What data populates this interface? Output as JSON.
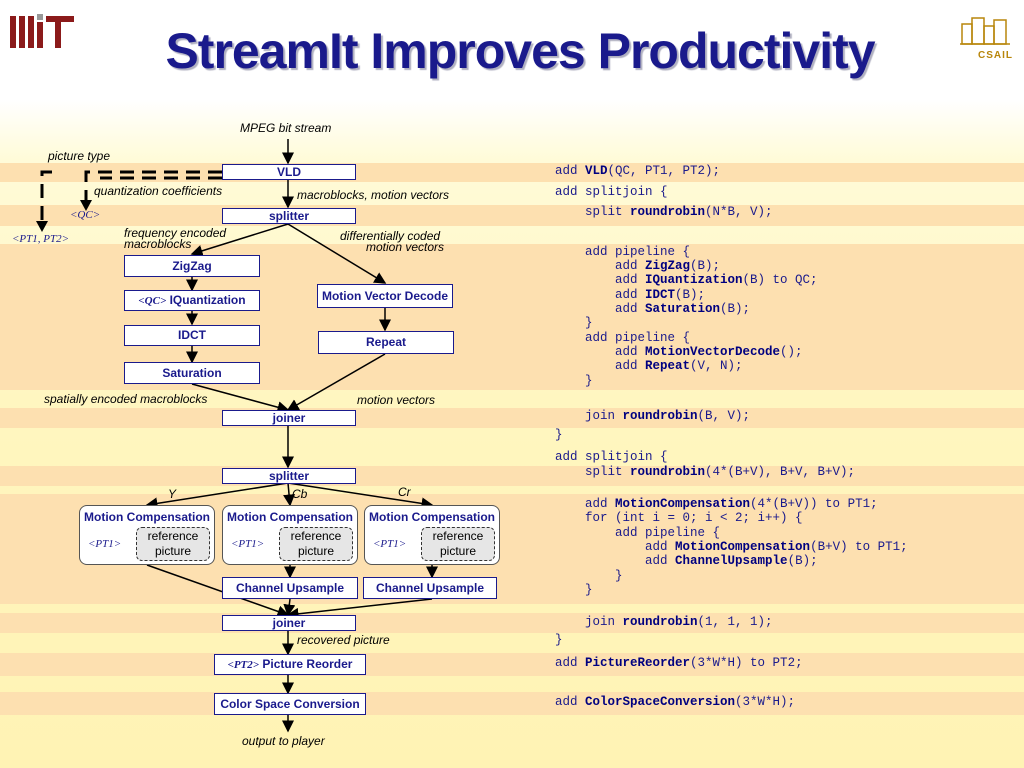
{
  "title": "StreamIt Improves Productivity",
  "logos": {
    "left": "MIT",
    "right": "CSAIL"
  },
  "colors": {
    "title": "#1a1a8c",
    "band": "#fde0b0",
    "background": "#fff6c0"
  },
  "diagram": {
    "input_label": "MPEG bit stream",
    "picture_type_label": "picture type",
    "quant_coeff_label": "quantization coefficients",
    "qc_tag": "<QC>",
    "pt_tag": "<PT1, PT2>",
    "vld": "VLD",
    "macroblocks_label": "macroblocks, motion vectors",
    "splitter1": "splitter",
    "freq_label_1": "frequency encoded",
    "freq_label_2": "macroblocks",
    "diff_label_1": "differentially coded",
    "diff_label_2": "motion vectors",
    "zigzag": "ZigZag",
    "iquant_tag": "<QC>",
    "iquant": "IQuantization",
    "idct": "IDCT",
    "saturation": "Saturation",
    "mvdecode": "Motion Vector Decode",
    "repeat": "Repeat",
    "spatial_label": "spatially encoded macroblocks",
    "motion_vectors_label": "motion vectors",
    "joiner1": "joiner",
    "splitter2": "splitter",
    "y_label": "Y",
    "cb_label": "Cb",
    "cr_label": "Cr",
    "mc_title": "Motion Compensation",
    "mc1_tag": "<PT1>",
    "mc_tag": "<PT1>",
    "ref_line1": "reference",
    "ref_line2": "picture",
    "upsample": "Channel Upsample",
    "joiner2": "joiner",
    "recovered_label": "recovered picture",
    "reorder_tag": "<PT2>",
    "reorder": "Picture Reorder",
    "csc": "Color Space Conversion",
    "output_label": "output to player"
  },
  "code": {
    "l1_kw": "add ",
    "l1_fn": "VLD",
    "l1_args": "(QC, PT1, PT2);",
    "l2": "add splitjoin {",
    "l3_kw": "    split ",
    "l3_fn": "roundrobin",
    "l3_args": "(N*B, V);",
    "l4": "    add pipeline {",
    "l5_kw": "        add ",
    "l5_fn": "ZigZag",
    "l5_args": "(B);",
    "l6_kw": "        add ",
    "l6_fn": "IQuantization",
    "l6_args": "(B) to QC;",
    "l7_kw": "        add ",
    "l7_fn": "IDCT",
    "l7_args": "(B);",
    "l8_kw": "        add ",
    "l8_fn": "Saturation",
    "l8_args": "(B);",
    "l9": "    }",
    "l10": "    add pipeline {",
    "l11_kw": "        add ",
    "l11_fn": "MotionVectorDecode",
    "l11_args": "();",
    "l12_kw": "        add ",
    "l12_fn": "Repeat",
    "l12_args": "(V, N);",
    "l13": "    }",
    "l14_kw": "    join ",
    "l14_fn": "roundrobin",
    "l14_args": "(B, V);",
    "l15": "}",
    "l16": "add splitjoin {",
    "l17_kw": "    split ",
    "l17_fn": "roundrobin",
    "l17_args": "(4*(B+V), B+V, B+V);",
    "l18_kw": "    add ",
    "l18_fn": "MotionCompensation",
    "l18_args": "(4*(B+V)) to PT1;",
    "l19": "    for (int i = 0; i < 2; i++) {",
    "l20": "        add pipeline {",
    "l21_kw": "            add ",
    "l21_fn": "MotionCompensation",
    "l21_args": "(B+V) to PT1;",
    "l22_kw": "            add ",
    "l22_fn": "ChannelUpsample",
    "l22_args": "(B);",
    "l23": "        }",
    "l24": "    }",
    "l25_kw": "    join ",
    "l25_fn": "roundrobin",
    "l25_args": "(1, 1, 1);",
    "l26": "}",
    "l27_kw": "add ",
    "l27_fn": "PictureReorder",
    "l27_args": "(3*W*H) to PT2;",
    "l28_kw": "add ",
    "l28_fn": "ColorSpaceConversion",
    "l28_args": "(3*W*H);"
  }
}
